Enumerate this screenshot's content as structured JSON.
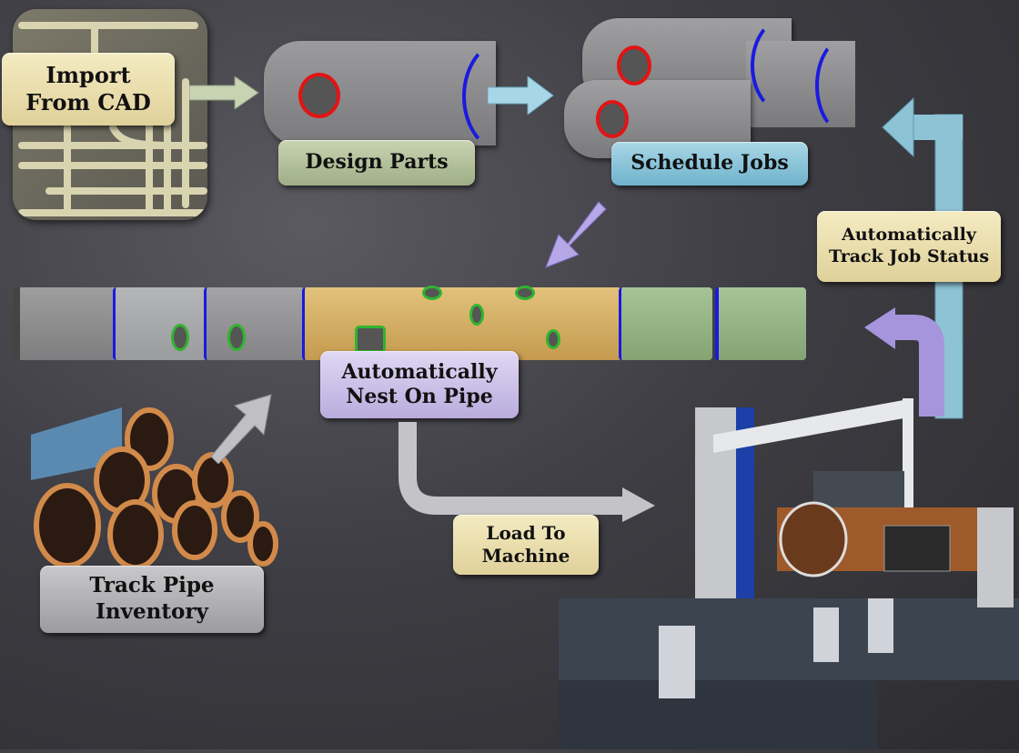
{
  "title": "Pipe fabrication workflow",
  "steps": {
    "import_cad": "Import\nFrom CAD",
    "design_parts": "Design Parts",
    "schedule_jobs": "Schedule Jobs",
    "nest_on_pipe": "Automatically\nNest On Pipe",
    "track_job_status": "Automatically\nTrack Job Status",
    "track_pipe_inventory": "Track Pipe\nInventory",
    "load_to_machine": "Load To\nMachine"
  },
  "colors": {
    "import_label": "#ece0ae",
    "design_label": "#b4c29c",
    "schedule_label": "#8cc4d9",
    "nest_label": "#cbc0e8",
    "inventory_label": "#b2b2b6",
    "pipe_gray": "#9a9a9c",
    "pipe_tan": "#d8b46a",
    "pipe_green": "#9ab88a",
    "hole_edge_green": "#2fb52f",
    "hole_edge_red": "#e21414",
    "cut_edge_blue": "#1a1ae0"
  }
}
